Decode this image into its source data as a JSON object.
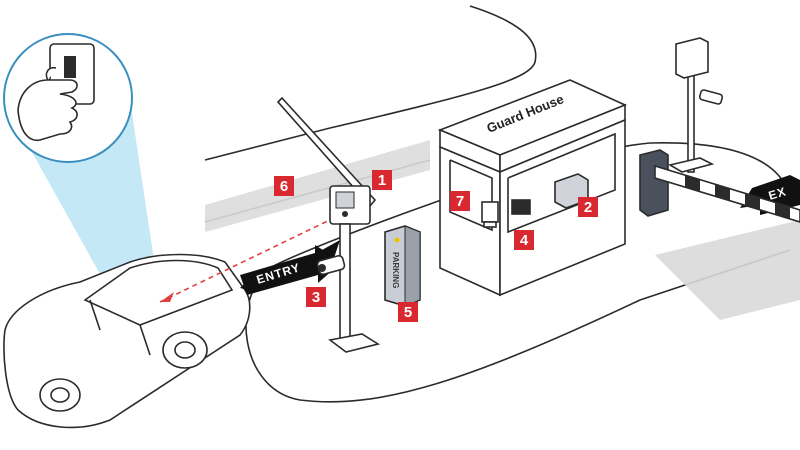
{
  "guard_house": {
    "label": "Guard House"
  },
  "entry_arrow": {
    "label": "ENTRY"
  },
  "exit_arrow": {
    "label": "EX"
  },
  "pay_station": {
    "label": "PARKING"
  },
  "markers": [
    {
      "number": "1",
      "component": "ticket-dispenser"
    },
    {
      "number": "2",
      "component": "booth-cabinet"
    },
    {
      "number": "3",
      "component": "entry-camera"
    },
    {
      "number": "4",
      "component": "booth-monitor"
    },
    {
      "number": "5",
      "component": "pay-station-pillar"
    },
    {
      "number": "6",
      "component": "entry-lane"
    },
    {
      "number": "7",
      "component": "booth-reader"
    }
  ],
  "colors": {
    "marker_red": "#d9282f",
    "beam_blue": "#bfe6f6",
    "line_dark": "#2b2b2b",
    "lane_gray": "#d9d9d9",
    "pillar_gray": "#c9ced6",
    "barrier_dark": "#4a505c",
    "signal_dashed": "#e0413c"
  }
}
